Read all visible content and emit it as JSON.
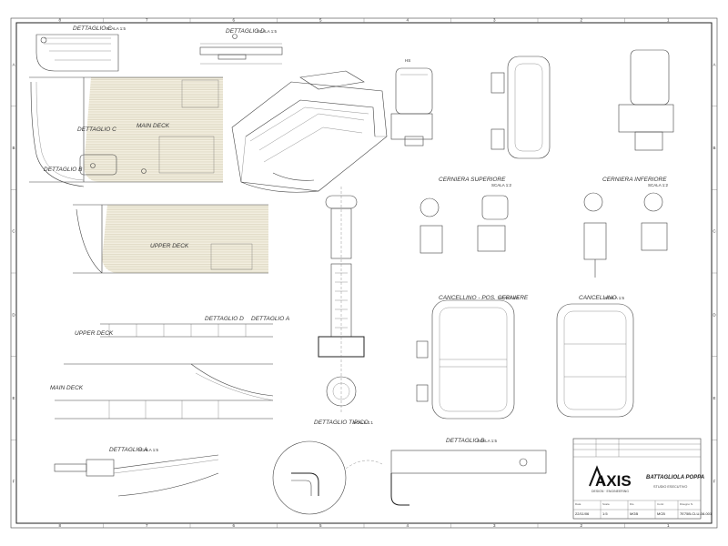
{
  "border": {
    "columns": [
      "8",
      "7",
      "6",
      "5",
      "4",
      "3",
      "2",
      "1"
    ],
    "rows": [
      "A",
      "B",
      "C",
      "D",
      "E",
      "F"
    ]
  },
  "views": {
    "dettaglio_c_top": {
      "title": "DETTAGLIO C",
      "scale": "SCALA 1:5"
    },
    "dettaglio_d_top": {
      "title": "DETTAGLIO D",
      "scale": "SCALA 1:5"
    },
    "dettaglio_c_left": {
      "title": "DETTAGLIO C"
    },
    "dettaglio_b_left": {
      "title": "DETTAGLIO B"
    },
    "main_deck": {
      "title": "MAIN DECK"
    },
    "upper_deck": {
      "title": "UPPER DECK"
    },
    "upper_deck_side": {
      "title": "UPPER DECK"
    },
    "main_deck_side": {
      "title": "MAIN DECK"
    },
    "dettaglio_d_mid": {
      "title": "DETTAGLIO D"
    },
    "dettaglio_a_mid": {
      "title": "DETTAGLIO A"
    },
    "dettaglio_a_bottom": {
      "title": "DETTAGLIO A",
      "scale": "SCALA 1:5"
    },
    "dettaglio_tipico": {
      "title": "DETTAGLIO TIPICO",
      "scale": "SCALA 1:1"
    },
    "dettaglio_b_bottom": {
      "title": "DETTAGLIO B",
      "scale": "SCALA 1:5"
    },
    "cerniera_superiore": {
      "title": "CERNIERA SUPERIORE",
      "scale": "SCALA 1:2"
    },
    "cerniera_inferiore": {
      "title": "CERNIERA INFERIORE",
      "scale": "SCALA 1:2"
    },
    "cancellino_pos": {
      "title": "CANCELLINO - POS. CERNIERE",
      "scale": "SCALA 1:5"
    },
    "cancellino": {
      "title": "CANCELLINO",
      "scale": "SCALA 1:5"
    }
  },
  "title_block": {
    "brand": "AXIS",
    "brand_sub": "DESIGN · ENGINEERING",
    "project": "BATTAGLIOLA POPPA",
    "subtitle": "STUDIO ESECUTIVO",
    "fields": [
      {
        "label": "Data",
        "value": "22/11/06"
      },
      {
        "label": "Scala",
        "value": "1:5"
      },
      {
        "label": "Dis.",
        "value": "MGB"
      },
      {
        "label": "Contr.",
        "value": "MCB"
      },
      {
        "label": "Disegno N.",
        "value": "7E75B-CLU-08-001"
      }
    ]
  }
}
